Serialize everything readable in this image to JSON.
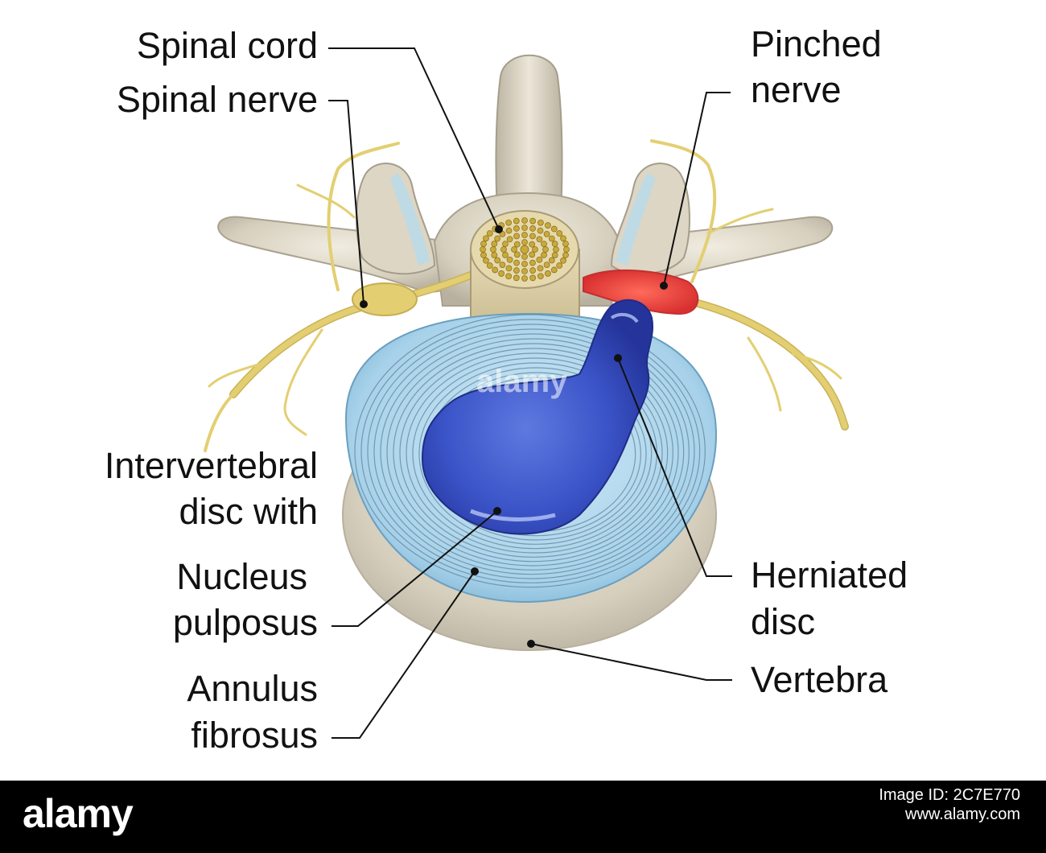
{
  "labels": {
    "spinal_cord": "Spinal cord",
    "spinal_nerve": "Spinal nerve",
    "pinched_nerve_1": "Pinched",
    "pinched_nerve_2": "nerve",
    "intervertebral_1": "Intervertebral",
    "intervertebral_2": "disc with",
    "nucleus_1": "Nucleus",
    "nucleus_2": "pulposus",
    "annulus_1": "Annulus",
    "annulus_2": "fibrosus",
    "herniated_1": "Herniated",
    "herniated_2": "disc",
    "vertebra": "Vertebra"
  },
  "watermark": "alamy",
  "footer": {
    "brand": "alamy",
    "image_id": "Image ID: 2C7E770",
    "site": "www.alamy.com"
  },
  "colors": {
    "bone": "#d8d2c0",
    "disc_annulus": "#a9d3ea",
    "nucleus": "#3a53c7",
    "nerve": "#e3cf72",
    "pinched": "#e8453f",
    "cord_fibers": "#c9a93a"
  }
}
